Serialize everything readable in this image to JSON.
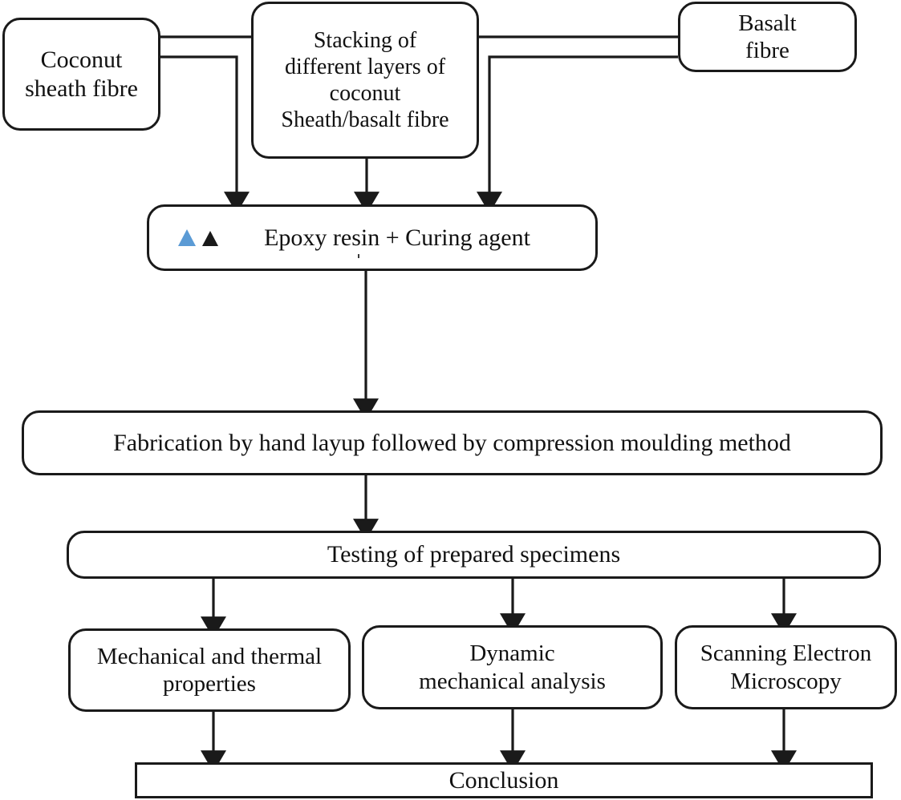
{
  "diagram": {
    "title": "Composite fabrication and characterisation flowchart",
    "stroke_color": "#1a1a1a",
    "background_color": "#ffffff",
    "marker_blue": "#5b9bd5",
    "marker_black": "#1a1a1a"
  },
  "nodes": {
    "coconut": {
      "label": "Coconut\nsheath fibre"
    },
    "stacking": {
      "label": "Stacking of\ndifferent layers of\ncoconut\nSheath/basalt fibre"
    },
    "basalt": {
      "label": "Basalt\nfibre"
    },
    "epoxy": {
      "label": "Epoxy resin + Curing agent"
    },
    "fabrication": {
      "label": "Fabrication by hand layup followed by compression moulding method"
    },
    "testing": {
      "label": "Testing of prepared specimens"
    },
    "mechanical": {
      "label": "Mechanical and thermal\nproperties"
    },
    "dynamic": {
      "label": "Dynamic\nmechanical analysis"
    },
    "sem": {
      "label": "Scanning Electron\nMicroscopy"
    },
    "conclusion": {
      "label": "Conclusion"
    }
  },
  "markers": {
    "blue_triangle": "triangle-up-blue-icon",
    "black_triangle": "triangle-up-black-icon"
  },
  "edges": [
    {
      "from": "coconut",
      "to": "stacking",
      "style": "line"
    },
    {
      "from": "basalt",
      "to": "stacking",
      "style": "line"
    },
    {
      "from": "coconut",
      "to": "epoxy",
      "style": "arrow"
    },
    {
      "from": "stacking",
      "to": "epoxy",
      "style": "arrow"
    },
    {
      "from": "basalt",
      "to": "epoxy",
      "style": "arrow"
    },
    {
      "from": "epoxy",
      "to": "fabrication",
      "style": "arrow"
    },
    {
      "from": "fabrication",
      "to": "testing",
      "style": "arrow"
    },
    {
      "from": "testing",
      "to": "mechanical",
      "style": "arrow"
    },
    {
      "from": "testing",
      "to": "dynamic",
      "style": "arrow"
    },
    {
      "from": "testing",
      "to": "sem",
      "style": "arrow"
    },
    {
      "from": "mechanical",
      "to": "conclusion",
      "style": "arrow"
    },
    {
      "from": "dynamic",
      "to": "conclusion",
      "style": "arrow"
    },
    {
      "from": "sem",
      "to": "conclusion",
      "style": "arrow"
    }
  ]
}
